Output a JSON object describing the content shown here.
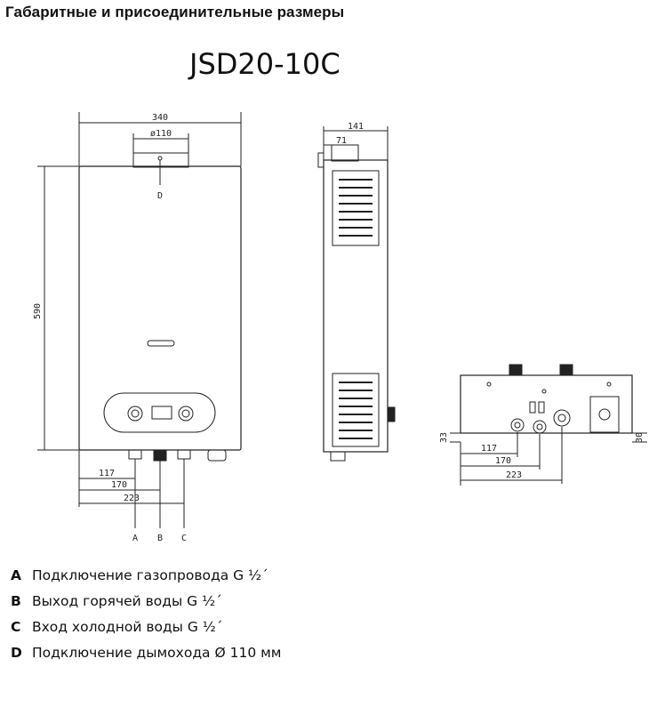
{
  "header": {
    "title": "Габаритные и присоединительные размеры",
    "model": "JSD20-10C"
  },
  "front_view": {
    "width_label": "340",
    "flue_diameter_label": "ø110",
    "flue_port_label": "D",
    "height_label": "590",
    "dim_117": "117",
    "dim_170": "170",
    "dim_223": "223",
    "connectors": [
      "A",
      "B",
      "C"
    ]
  },
  "side_view": {
    "depth_label": "141",
    "offset_label": "71"
  },
  "bottom_view": {
    "left_height_label": "33",
    "right_height_label": "30",
    "dim_117": "117",
    "dim_170": "170",
    "dim_223": "223"
  },
  "legend": [
    {
      "letter": "A",
      "text": "Подключение газопровода G ½´"
    },
    {
      "letter": "B",
      "text": "Выход горячей воды G ½´"
    },
    {
      "letter": "C",
      "text": "Вход холодной воды G ½´"
    },
    {
      "letter": "D",
      "text": "Подключение дымохода Ø 110 мм"
    }
  ]
}
